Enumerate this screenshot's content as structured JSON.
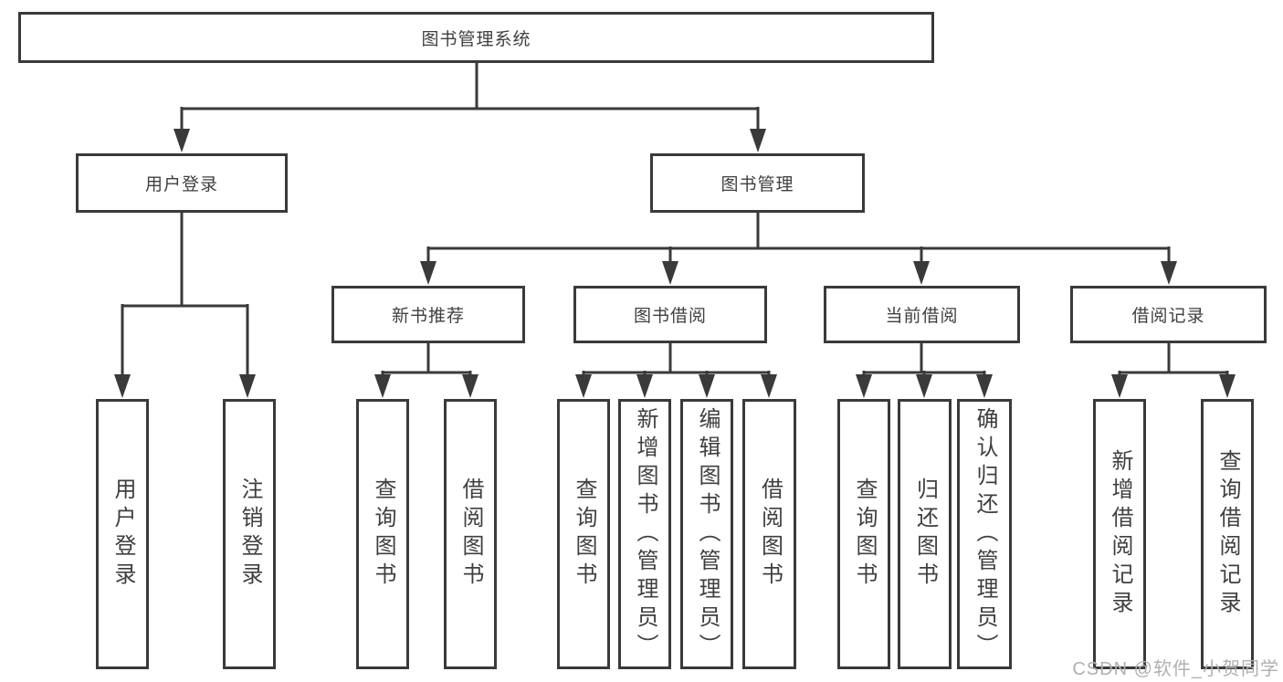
{
  "diagram": {
    "root": {
      "label": "图书管理系统"
    },
    "level2": [
      {
        "label": "用户登录"
      },
      {
        "label": "图书管理"
      }
    ],
    "level3": [
      {
        "label": "新书推荐"
      },
      {
        "label": "图书借阅"
      },
      {
        "label": "当前借阅"
      },
      {
        "label": "借阅记录"
      }
    ],
    "leaves": [
      {
        "label": "用户登录"
      },
      {
        "label": "注销登录"
      },
      {
        "label": "查询图书"
      },
      {
        "label": "借阅图书"
      },
      {
        "label": "查询图书"
      },
      {
        "label": "新增图书（管理员）"
      },
      {
        "label": "编辑图书（管理员）"
      },
      {
        "label": "借阅图书"
      },
      {
        "label": "查询图书"
      },
      {
        "label": "归还图书"
      },
      {
        "label": "确认归还（管理员）"
      },
      {
        "label": "新增借阅记录"
      },
      {
        "label": "查询借阅记录"
      }
    ],
    "colors": {
      "line": "#3a3a3a",
      "box_border": "#3a3a3a",
      "text": "#3f3f3f",
      "background": "#ffffff"
    }
  },
  "watermark": {
    "text": "CSDN @软件_小贺同学",
    "color": "#b0b0b0"
  }
}
